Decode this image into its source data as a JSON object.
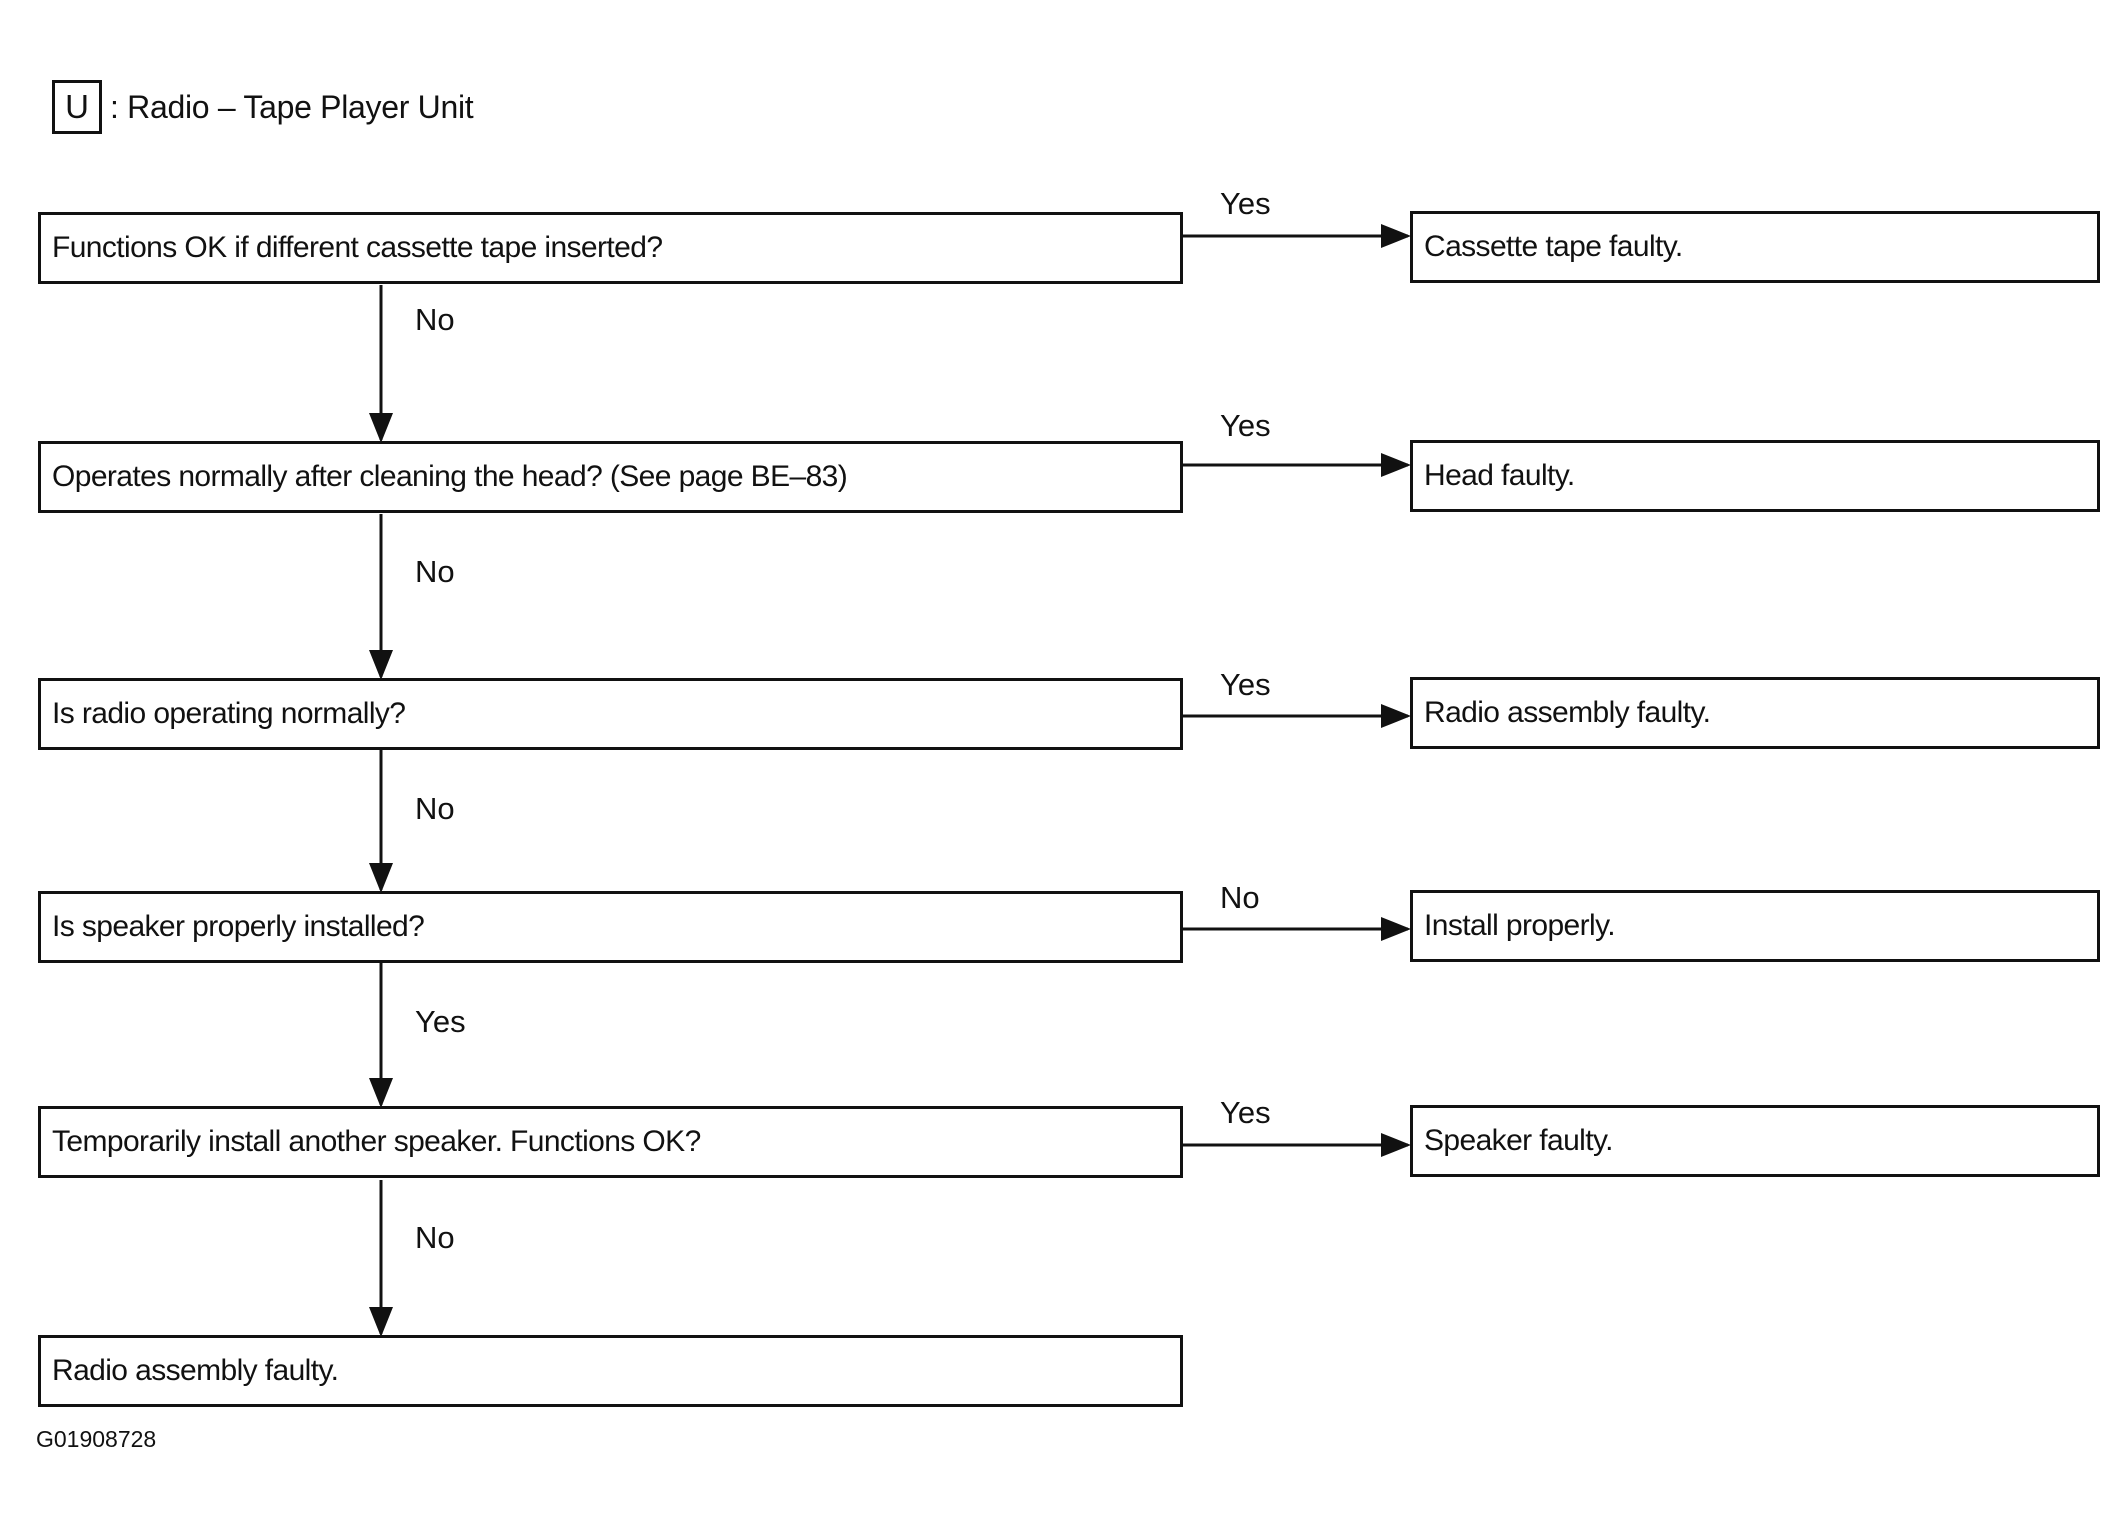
{
  "legend": {
    "symbol": "U",
    "text": ": Radio – Tape Player Unit"
  },
  "steps": [
    {
      "question": "Functions OK if different cassette tape inserted?",
      "branch_label": "Yes",
      "result": "Cassette tape faulty.",
      "continue_label": "No"
    },
    {
      "question": "Operates normally after cleaning the head? (See page BE–83)",
      "branch_label": "Yes",
      "result": "Head faulty.",
      "continue_label": "No"
    },
    {
      "question": "Is radio operating normally?",
      "branch_label": "Yes",
      "result": "Radio assembly faulty.",
      "continue_label": "No"
    },
    {
      "question": "Is speaker properly installed?",
      "branch_label": "No",
      "result": "Install properly.",
      "continue_label": "Yes"
    },
    {
      "question": "Temporarily install another speaker. Functions OK?",
      "branch_label": "Yes",
      "result": "Speaker faulty.",
      "continue_label": "No"
    }
  ],
  "final_result": "Radio assembly faulty.",
  "figure_code": "G01908728",
  "colors": {
    "ink": "#111111",
    "background": "#ffffff"
  }
}
